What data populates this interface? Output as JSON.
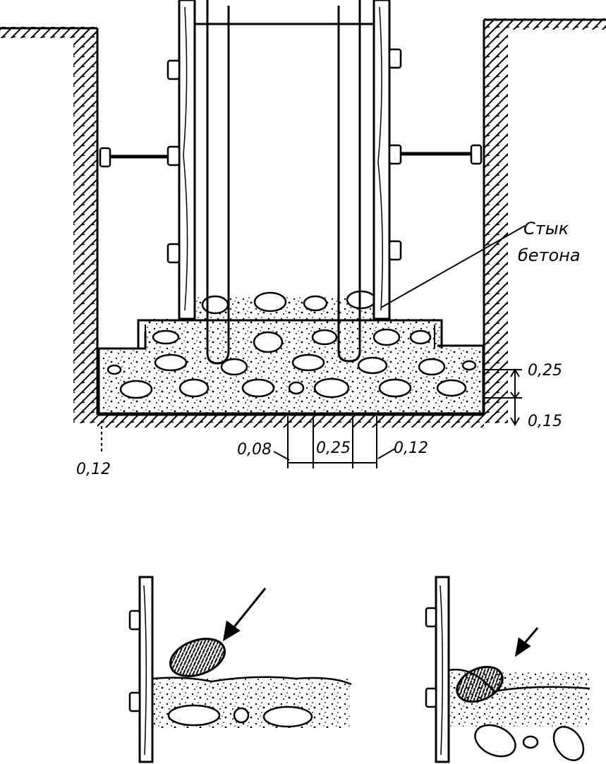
{
  "labels": {
    "joint_line1": "Стык",
    "joint_line2": "бетона"
  },
  "dimensions": {
    "layer_top": "0,25",
    "layer_bottom": "0,15",
    "left_offset": "0,12",
    "gap_left": "0,08",
    "gap_mid": "0,25",
    "gap_right": "0,12"
  },
  "colors": {
    "ink": "#000000",
    "paper": "#ffffff"
  }
}
